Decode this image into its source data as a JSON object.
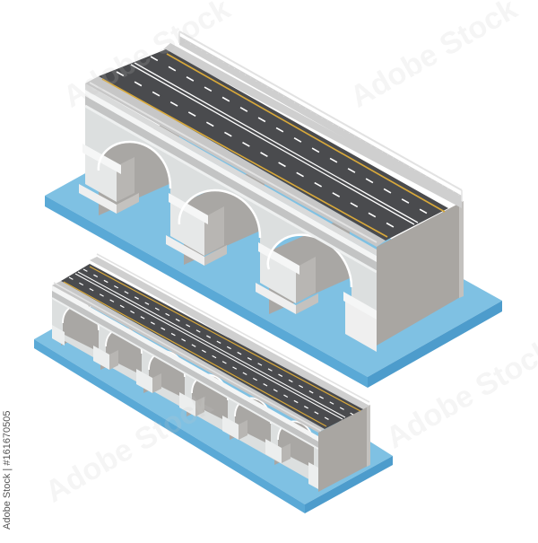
{
  "image": {
    "subject": "Isometric stone arch road bridges over water",
    "credit_text": "Adobe Stock | #161670505",
    "watermark_text": "Adobe Stock",
    "colors": {
      "background": "#ffffff",
      "water_top": "#7fc1e3",
      "water_side_left": "#5aa9d6",
      "water_side_front": "#4d9ccc",
      "deck_asphalt": "#4a4b4e",
      "lane_marking": "#ffffff",
      "edge_line": "#d9a93a",
      "sidewalk": "#c9c9c9",
      "stone_face": "#dcdfdf",
      "stone_light": "#eef0f0",
      "stone_shadow": "#b3b1ae",
      "end_wall": "#a9a6a2",
      "railing": "#e9e9e9"
    }
  },
  "bridges": [
    {
      "name": "large-bridge",
      "arches": 3,
      "lanes": 4
    },
    {
      "name": "small-bridge",
      "arches": 6,
      "lanes": 4
    }
  ]
}
